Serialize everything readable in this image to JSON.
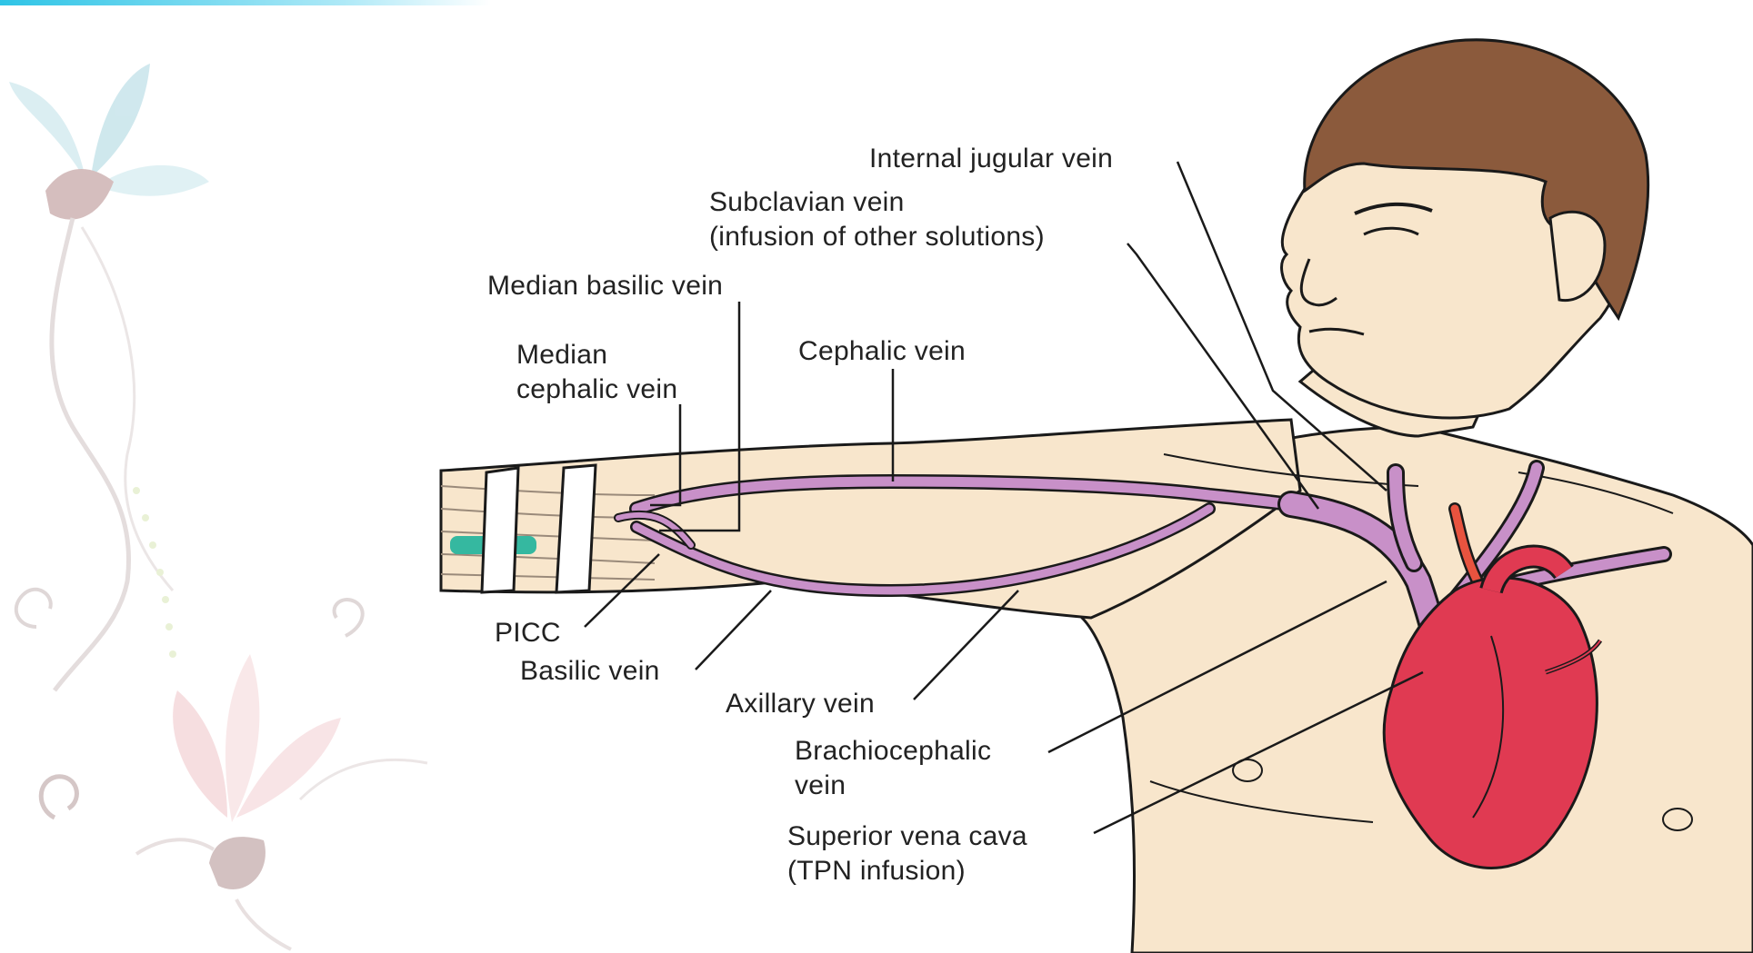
{
  "labels": {
    "internal_jugular": "Internal jugular vein",
    "subclavian_line1": "Subclavian vein",
    "subclavian_line2": "(infusion of other solutions)",
    "median_basilic": "Median basilic vein",
    "median_cephalic_line1": "Median",
    "median_cephalic_line2": "cephalic vein",
    "cephalic": "Cephalic vein",
    "picc": "PICC",
    "basilic": "Basilic vein",
    "axillary": "Axillary vein",
    "brachiocephalic_line1": "Brachiocephalic",
    "brachiocephalic_line2": "vein",
    "svc_line1": "Superior vena cava",
    "svc_line2": "(TPN infusion)"
  },
  "colors": {
    "skin": "#f8e6cc",
    "hair": "#8b5a3c",
    "vein": "#c890c8",
    "heart": "#e03a52",
    "catheter": "#35b8a0",
    "outline": "#1a1a1a"
  }
}
